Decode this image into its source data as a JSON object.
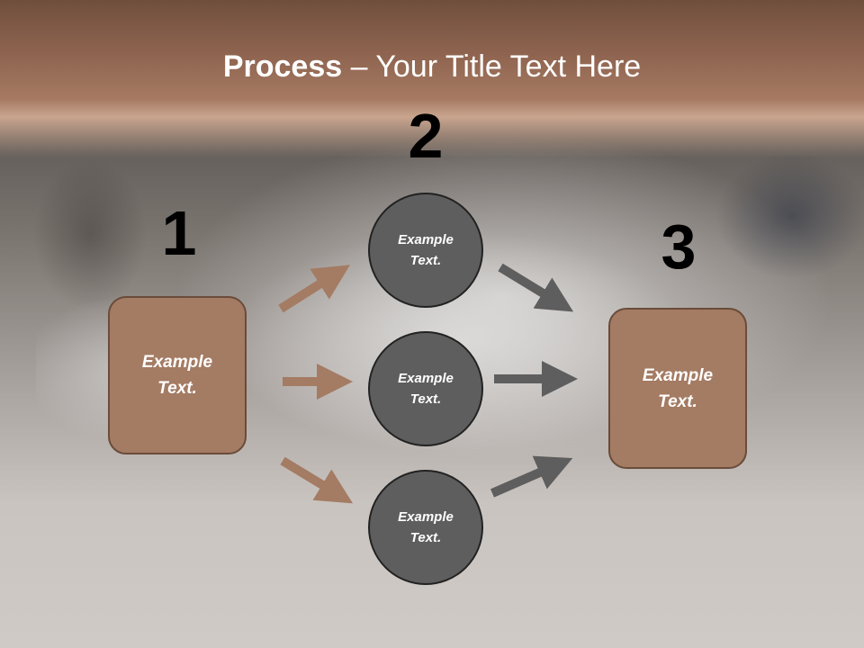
{
  "title": {
    "bold": "Process",
    "rest": " – Your Title Text Here"
  },
  "numbers": [
    "1",
    "2",
    "3"
  ],
  "step1": {
    "text": "Example\nText."
  },
  "step2": {
    "items": [
      {
        "text": "Example\nText."
      },
      {
        "text": "Example\nText."
      },
      {
        "text": "Example\nText."
      }
    ]
  },
  "step3": {
    "text": "Example\nText."
  },
  "colors": {
    "box_fill": "#a47b63",
    "circle_fill": "#5e5e5e",
    "left_arrow": "#a47b63",
    "right_arrow": "#5e5e5e"
  }
}
